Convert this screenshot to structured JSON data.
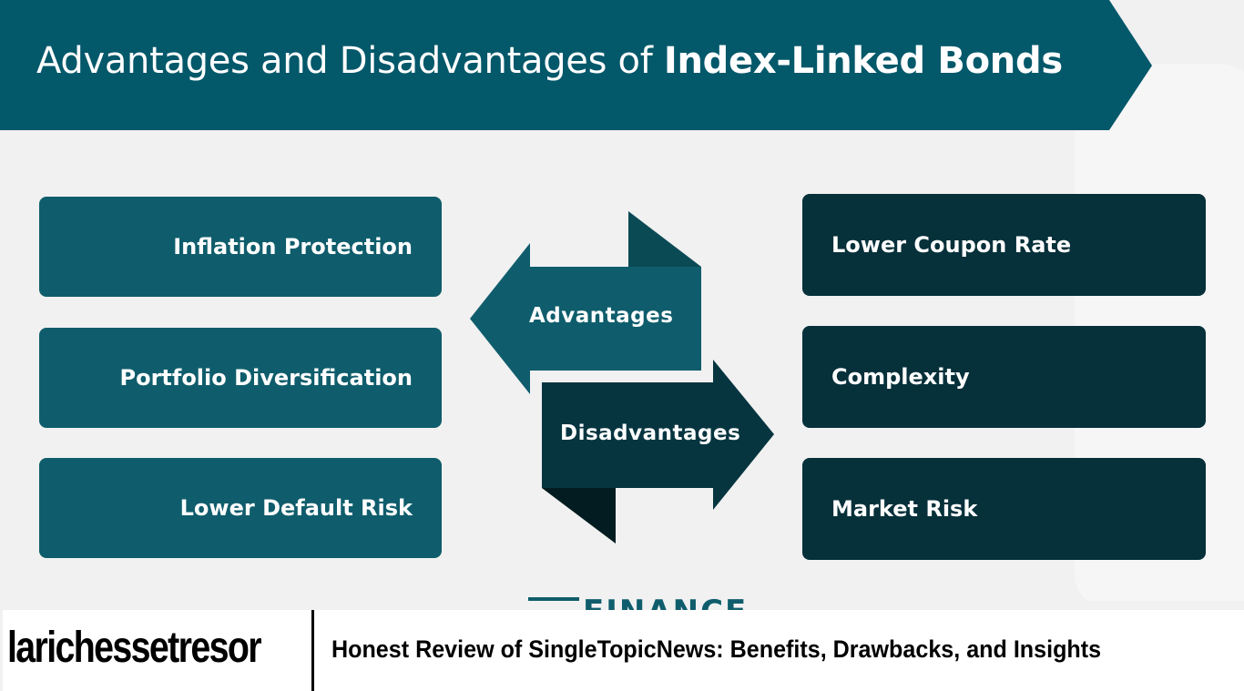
{
  "header": {
    "title_regular": "Advantages and Disadvantages of ",
    "title_bold": "Index-Linked Bonds"
  },
  "advantages": {
    "label": "Advantages",
    "items": [
      "Inflation Protection",
      "Portfolio Diversification",
      "Lower Default Risk"
    ]
  },
  "disadvantages": {
    "label": "Disadvantages",
    "items": [
      "Lower Coupon Rate",
      "Complexity",
      "Market Risk"
    ]
  },
  "logo": {
    "text": "FINANCE"
  },
  "banner": {
    "brand": "larichessetresor",
    "headline": "Honest Review of SingleTopicNews: Benefits, Drawbacks, and Insights"
  },
  "colors": {
    "header": "#03586a",
    "advantage_box": "#0f5d6c",
    "disadvantage_box": "#06303a",
    "background": "#f1f1f1"
  }
}
